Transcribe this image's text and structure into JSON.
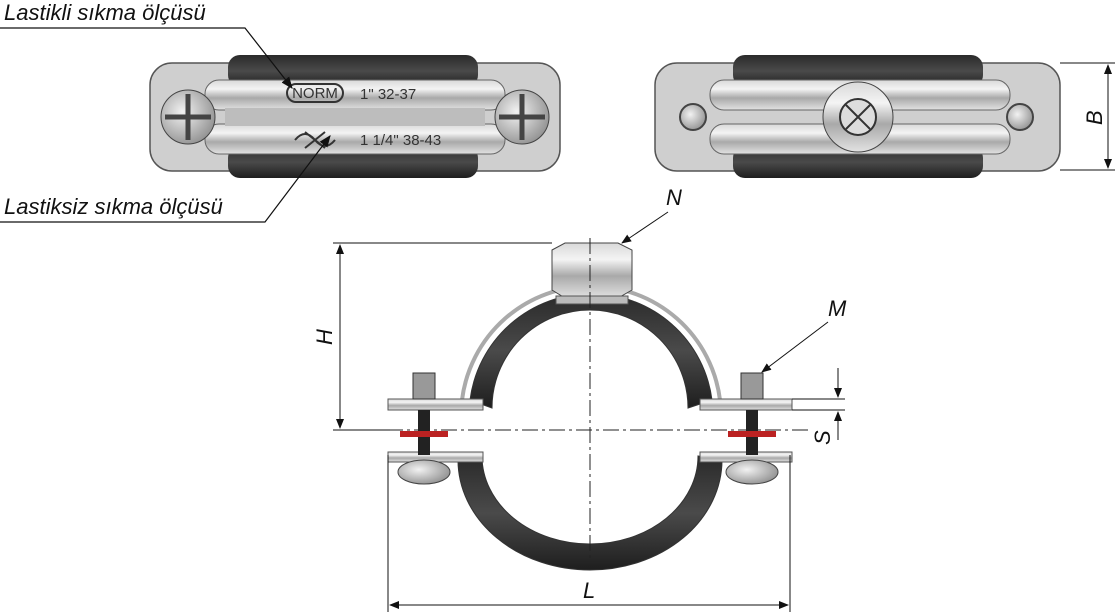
{
  "labels": {
    "rubber_clamp_size": "Lastikli sıkma ölçüsü",
    "no_rubber_clamp_size": "Lastiksiz sıkma ölçüsü"
  },
  "engraving": {
    "logo": "NORM",
    "size_with_rubber": "1\" 32-37",
    "size_without_rubber": "1 1/4\" 38-43"
  },
  "dimensions": {
    "nut": "N",
    "screw": "M",
    "height": "H",
    "thickness": "S",
    "length": "L",
    "width": "B"
  }
}
